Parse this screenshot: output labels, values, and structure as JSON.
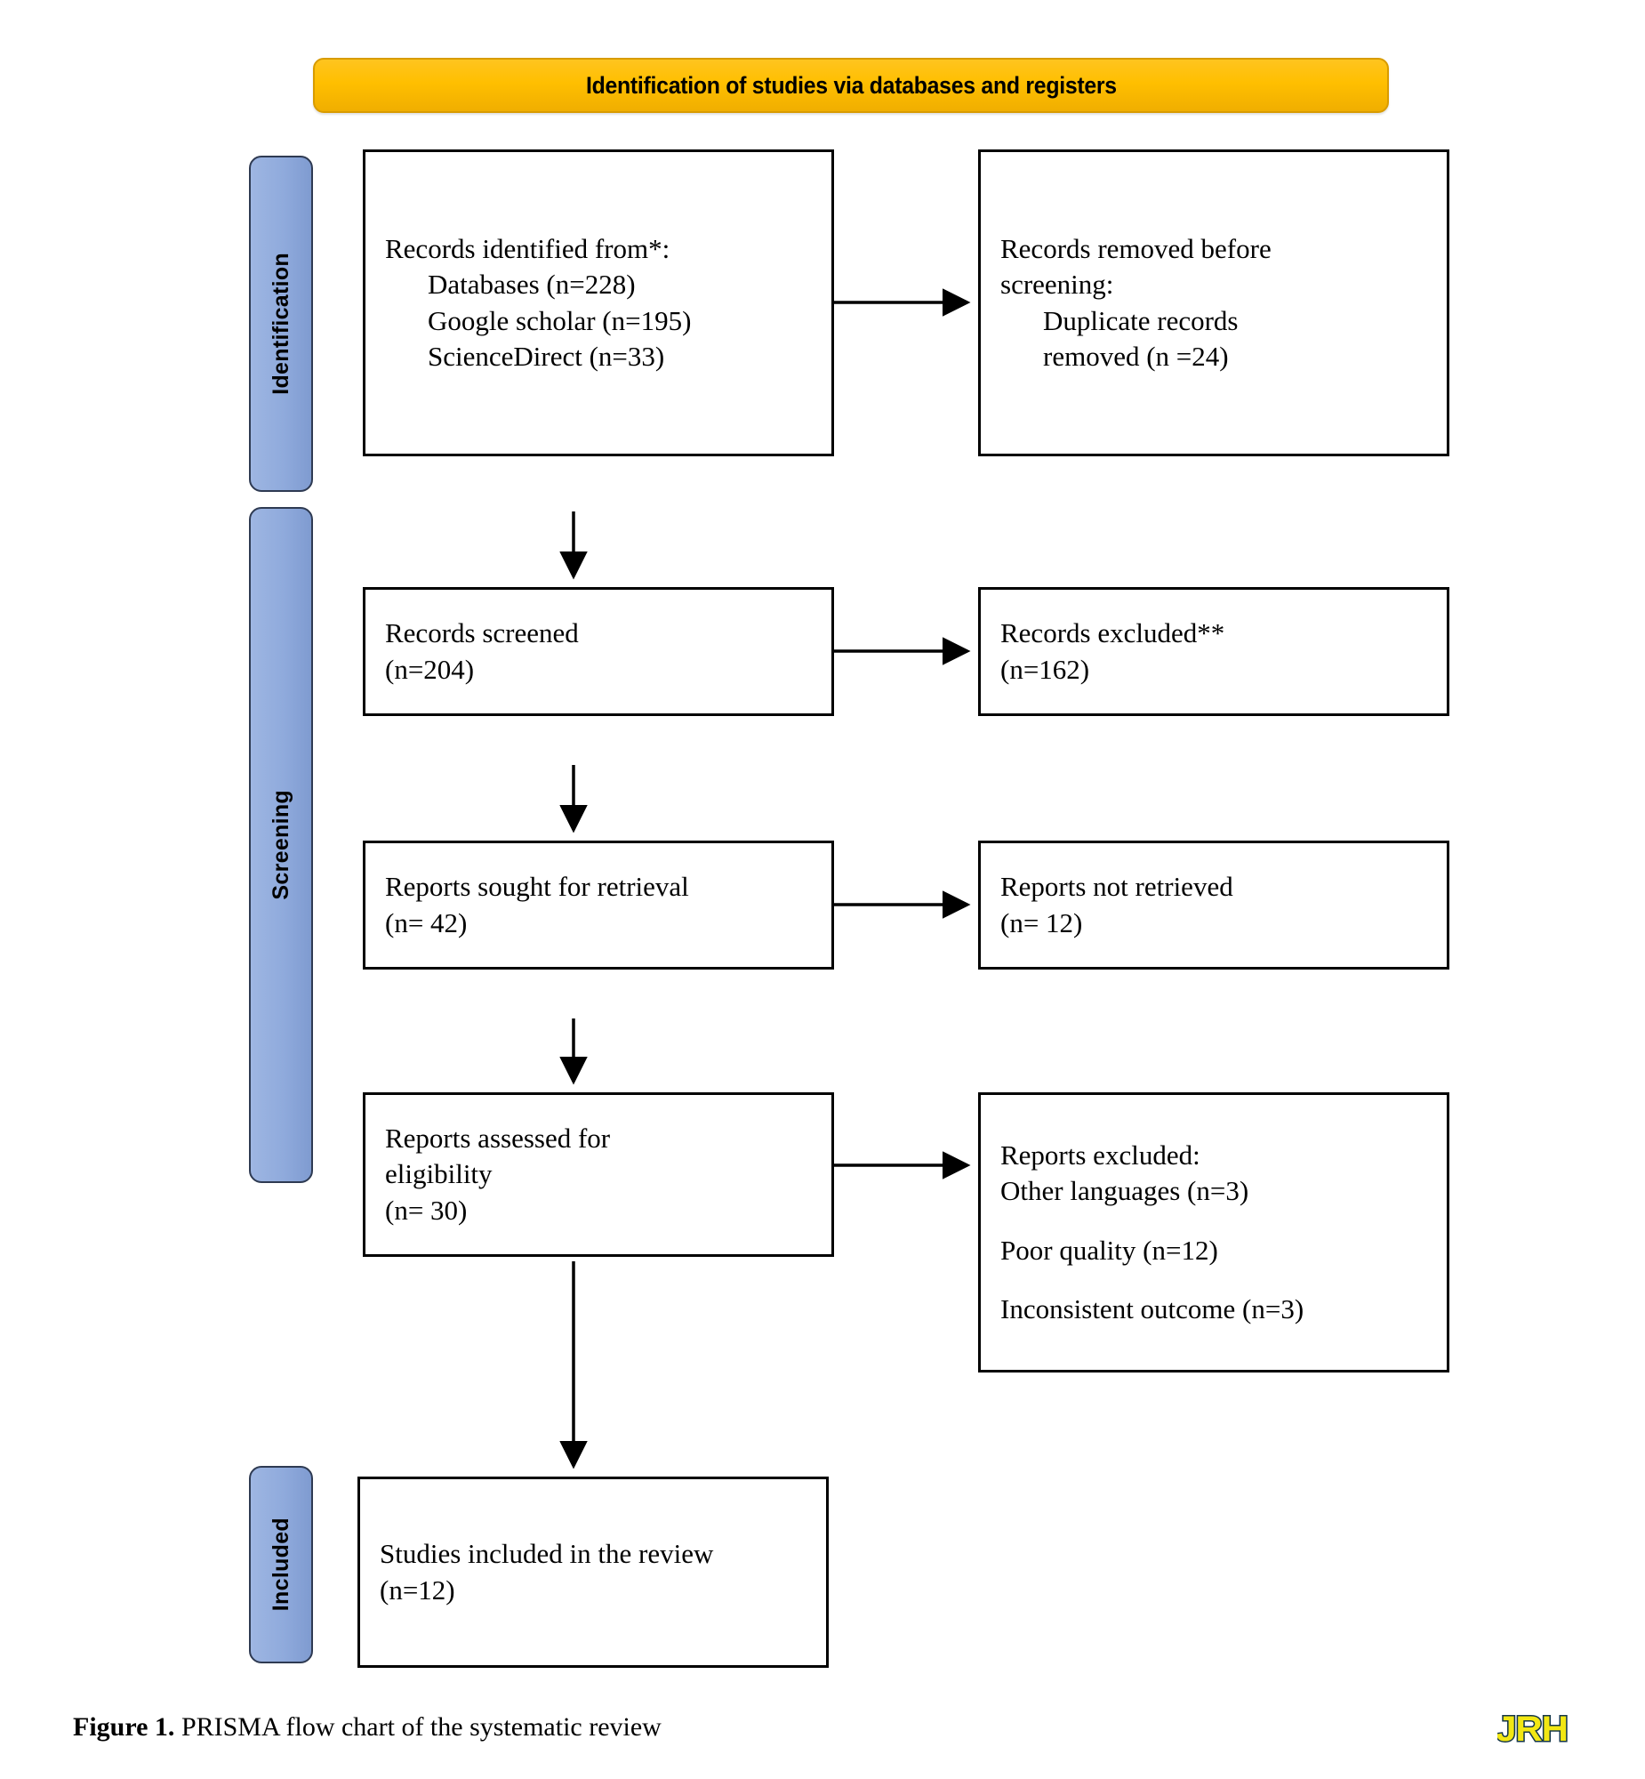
{
  "figure": {
    "banner_title": "Identification of studies via databases and registers",
    "caption_prefix": "Figure 1.",
    "caption_text": " PRISMA flow chart of the systematic review",
    "logo_text": "JRH"
  },
  "colors": {
    "banner_fill": "#FFBF00",
    "banner_border": "#D89B00",
    "stage_fill": "#8FAADC",
    "stage_border": "#2E3A52",
    "box_border": "#000000",
    "box_fill": "#FFFFFF",
    "connector": "#000000",
    "logo_dark": "#15374A",
    "logo_yellow": "#F2E713"
  },
  "stages": [
    {
      "id": "identification",
      "label": "Identification"
    },
    {
      "id": "screening",
      "label": "Screening"
    },
    {
      "id": "included",
      "label": "Included"
    }
  ],
  "boxes": {
    "identified": {
      "line1": "Records identified from*:",
      "line2": "Databases (n=228)",
      "line3": "Google scholar (n=195)",
      "line4": "ScienceDirect (n=33)"
    },
    "removed": {
      "line1": "Records removed before",
      "line2": "screening:",
      "line3": "Duplicate records",
      "line4": "removed (n =24)"
    },
    "screened": {
      "line1": "Records screened",
      "line2": "(n=204)"
    },
    "excluded": {
      "line1": "Records excluded**",
      "line2": "(n=162)"
    },
    "sought": {
      "line1": "Reports sought for retrieval",
      "line2": "(n= 42)"
    },
    "not_retrieved": {
      "line1": "Reports not retrieved",
      "line2": "(n= 12)"
    },
    "assessed": {
      "line1": "Reports assessed for",
      "line2": "eligibility",
      "line3": "(n= 30)"
    },
    "reports_excluded": {
      "line1": "Reports excluded:",
      "line2": "Other languages (n=3)",
      "line3": "Poor quality (n=12)",
      "line4": "Inconsistent outcome (n=3)"
    },
    "included": {
      "line1": "Studies included in the review",
      "line2": "(n=12)"
    }
  },
  "chart_data": {
    "type": "diagram",
    "diagram_kind": "PRISMA 2020 flow diagram",
    "title": "Identification of studies via databases and registers",
    "nodes": [
      {
        "id": "identified",
        "stage": "Identification",
        "label": "Records identified from*",
        "counts": [
          {
            "source": "Databases",
            "n": 228
          },
          {
            "source": "Google scholar",
            "n": 195
          },
          {
            "source": "ScienceDirect",
            "n": 33
          }
        ]
      },
      {
        "id": "removed",
        "stage": "Identification",
        "label": "Records removed before screening: Duplicate records removed",
        "n": 24
      },
      {
        "id": "screened",
        "stage": "Screening",
        "label": "Records screened",
        "n": 204
      },
      {
        "id": "excluded",
        "stage": "Screening",
        "label": "Records excluded**",
        "n": 162
      },
      {
        "id": "sought",
        "stage": "Screening",
        "label": "Reports sought for retrieval",
        "n": 42
      },
      {
        "id": "not_retrieved",
        "stage": "Screening",
        "label": "Reports not retrieved",
        "n": 12
      },
      {
        "id": "assessed",
        "stage": "Screening",
        "label": "Reports assessed for eligibility",
        "n": 30
      },
      {
        "id": "reports_excluded",
        "stage": "Screening",
        "label": "Reports excluded",
        "reasons": [
          {
            "reason": "Other languages",
            "n": 3
          },
          {
            "reason": "Poor quality",
            "n": 12
          },
          {
            "reason": "Inconsistent outcome",
            "n": 3
          }
        ]
      },
      {
        "id": "included",
        "stage": "Included",
        "label": "Studies included in the review",
        "n": 12
      }
    ],
    "edges": [
      {
        "from": "identified",
        "to": "removed",
        "direction": "right"
      },
      {
        "from": "identified",
        "to": "screened",
        "direction": "down"
      },
      {
        "from": "screened",
        "to": "excluded",
        "direction": "right"
      },
      {
        "from": "screened",
        "to": "sought",
        "direction": "down"
      },
      {
        "from": "sought",
        "to": "not_retrieved",
        "direction": "right"
      },
      {
        "from": "sought",
        "to": "assessed",
        "direction": "down"
      },
      {
        "from": "assessed",
        "to": "reports_excluded",
        "direction": "right"
      },
      {
        "from": "assessed",
        "to": "included",
        "direction": "down"
      }
    ]
  }
}
